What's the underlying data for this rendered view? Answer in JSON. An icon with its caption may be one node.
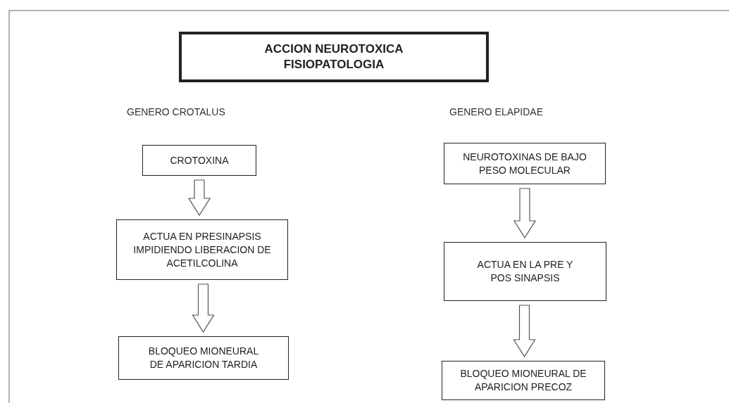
{
  "diagram": {
    "nodes": [
      {
        "text": [
          "ACCION NEUROTOXICA FISIOPATOLOGIA"
        ]
      },
      {
        "text": [
          "CROTOXINA"
        ]
      },
      {
        "text": [
          "ACTUA EN PRESINAPSIS IMPIDIENDO LIBERACION DE ACETILCOLINA"
        ]
      },
      {
        "text": [
          "BLOQUEO MIONEURAL DE APARICION TARDIA"
        ]
      },
      {
        "text": [
          "NEUROTOXINAS DE BAJO PESO MOLECULAR"
        ]
      },
      {
        "text": [
          "ACTUA EN LA PRE Y POS SINAPSIS"
        ]
      },
      {
        "text": [
          "BLOQUEO MIONEURAL DE APARICION PRECOZ"
        ]
      }
    ],
    "edges": [
      {
        "from": 1,
        "to": 2,
        "arrow": "to"
      },
      {
        "from": 2,
        "to": 3,
        "arrow": "to"
      },
      {
        "from": 4,
        "to": 5,
        "arrow": "to"
      },
      {
        "from": 5,
        "to": 6,
        "arrow": "to"
      }
    ],
    "labels": [
      "GENERO CROTALUS",
      "GENERO ELAPIDAE"
    ]
  }
}
